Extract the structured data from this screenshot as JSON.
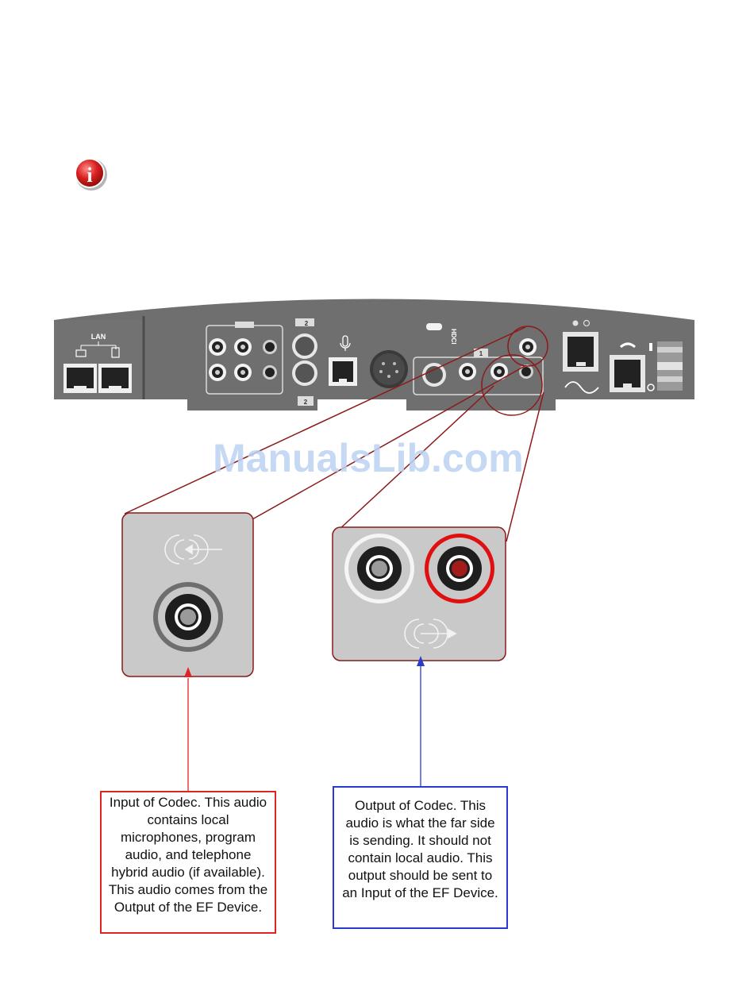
{
  "info_icon": {
    "name": "info-icon",
    "glyph": "i",
    "color": "#d81e1e"
  },
  "panel": {
    "lan_label": "LAN",
    "svideo_2_label": "2",
    "svideo_2_bottom_label": "2",
    "input_1_label": "1"
  },
  "watermark": "ManualsLib.com",
  "callouts": {
    "input_text": "Input of Codec.  This audio contains local microphones, program audio, and telephone hybrid audio (if available).  This audio comes from the Output of the EF Device.",
    "output_text": "Output of Codec.  This audio is what the far side is sending.  It should not contain local audio.  This output should be sent to an Input of the EF Device."
  },
  "colors": {
    "panel": "#6f6f6f",
    "panel_dark": "#5d5d5d",
    "zoom_bg": "#c9c9c9",
    "zoom_border": "#8c1a1a",
    "input_arrow": "#e02424",
    "output_arrow": "#2b3bd1",
    "red_jack": "#e01010"
  }
}
